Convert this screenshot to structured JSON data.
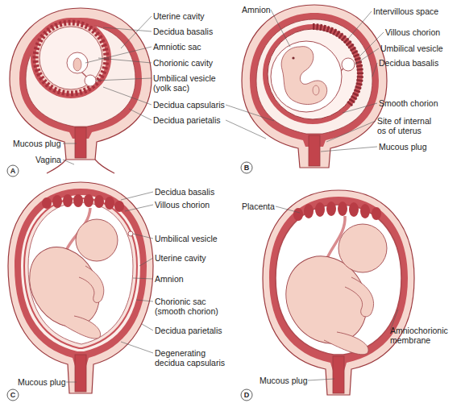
{
  "diagram": {
    "labels": [
      "Uterine cavity",
      "Decidua basalis",
      "Amniotic sac",
      "Chorionic cavity",
      "Umbilical vesicle (yolk sac)",
      "Mucous plug",
      "Vagina",
      "Decidua capsularis",
      "Decidua parietalis",
      "A",
      "Amnion",
      "Intervillous space",
      "Villous chorion",
      "Umbilical vesicle",
      "Decidua basalis",
      "Smooth chorion",
      "Site of internal os of uterus",
      "Mucous plug",
      "B",
      "Decidua basalis",
      "Villous chorion",
      "Placenta",
      "Umbilical vesicle",
      "Uterine cavity",
      "Amnion",
      "Chorionic sac (smooth chorion)",
      "Amniochorionic membrane",
      "Decidua parietalis",
      "Degenerating decidua capsularis",
      "Mucous plug",
      "Mucous plug",
      "C",
      "D"
    ]
  }
}
